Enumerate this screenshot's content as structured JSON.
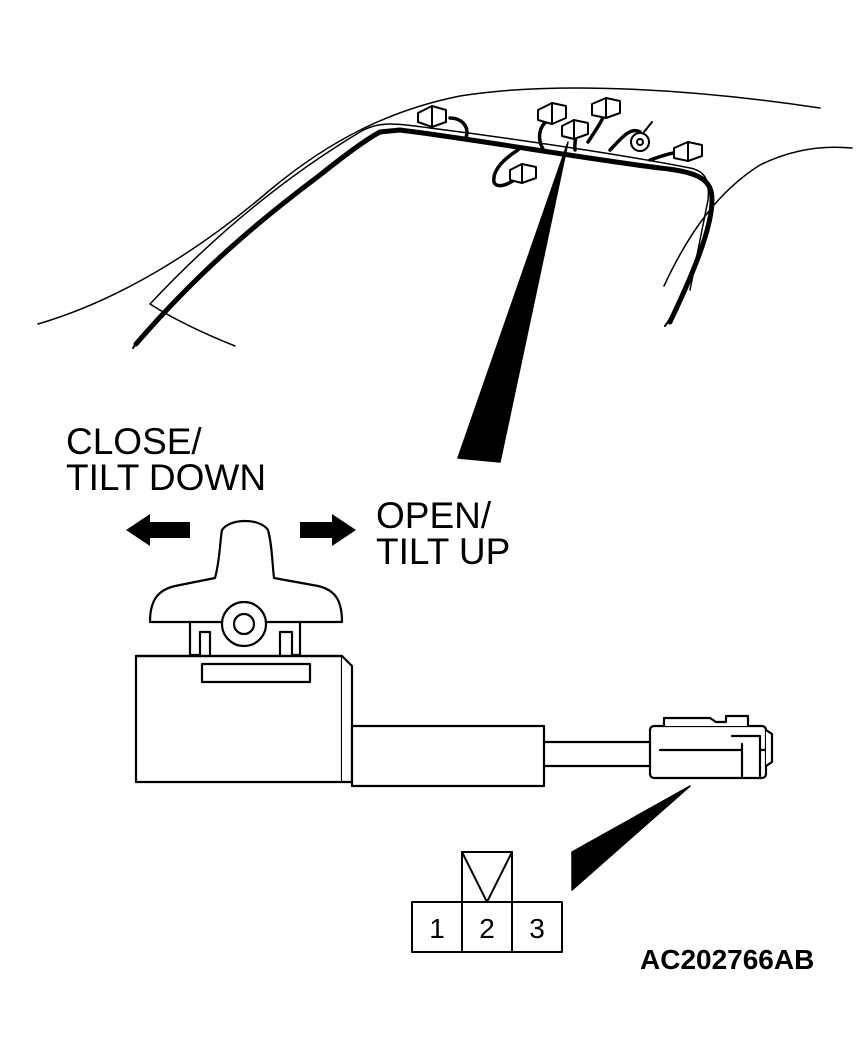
{
  "labels": {
    "close_line1": "CLOSE/",
    "close_line2": "TILT DOWN",
    "open_line1": "OPEN/",
    "open_line2": "TILT UP"
  },
  "connector": {
    "pins": [
      "1",
      "2",
      "3"
    ]
  },
  "figure_code": "AC202766AB",
  "colors": {
    "line": "#000000",
    "background": "#ffffff"
  }
}
